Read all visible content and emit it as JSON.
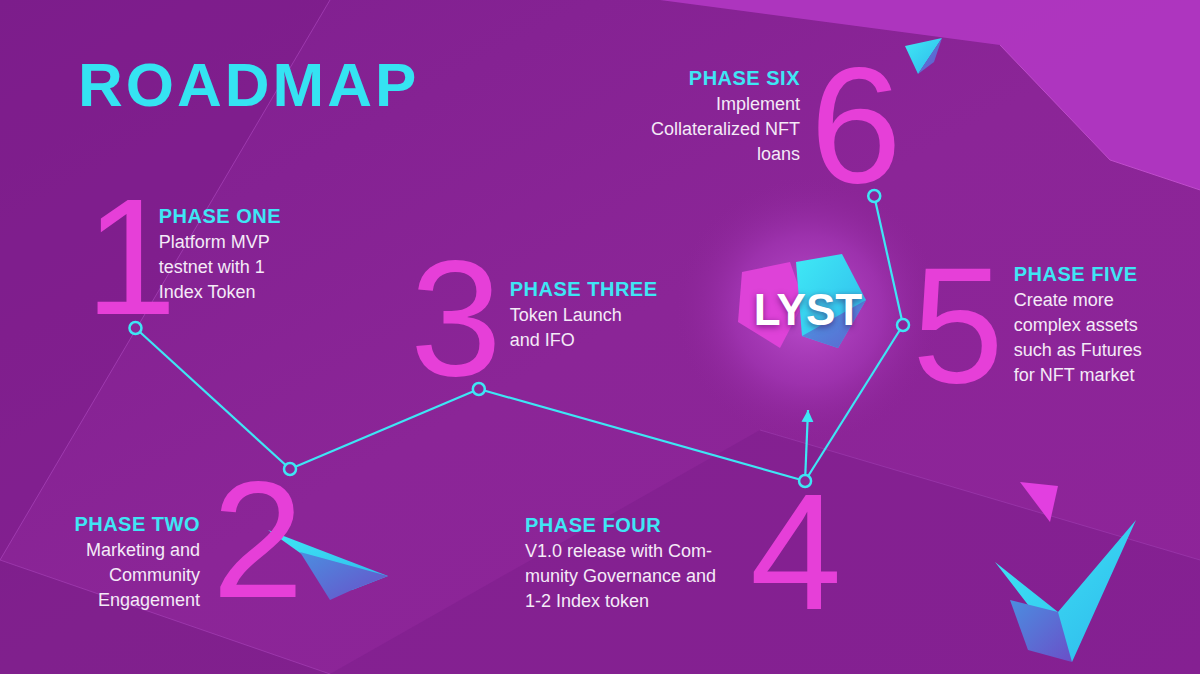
{
  "diagram": {
    "title": "ROADMAP",
    "nodes": [
      {
        "text": [
          "1",
          "PHASE ONE",
          "Platform MVP testnet with 1 Index Token"
        ]
      },
      {
        "text": [
          "2",
          "PHASE TWO",
          "Marketing and Community Engagement"
        ]
      },
      {
        "text": [
          "3",
          "PHASE THREE",
          "Token Launch and IFO"
        ]
      },
      {
        "text": [
          "4",
          "PHASE FOUR",
          "V1.0 release with Com- munity Governance and 1-2 Index token"
        ]
      },
      {
        "text": [
          "5",
          "PHASE FIVE",
          "Create more complex assets such as Futures for NFT market"
        ]
      },
      {
        "text": [
          "6",
          "PHASE SIX",
          "Implement Collateralized NFT loans"
        ]
      },
      {
        "text": [
          "LYST"
        ]
      }
    ],
    "edges": [
      {
        "from": 0,
        "to": 1,
        "arrow": "none"
      },
      {
        "from": 1,
        "to": 2,
        "arrow": "none"
      },
      {
        "from": 2,
        "to": 3,
        "arrow": "none"
      },
      {
        "from": 3,
        "to": 4,
        "arrow": "none"
      },
      {
        "from": 4,
        "to": 5,
        "arrow": "none"
      },
      {
        "from": 3,
        "to": 6,
        "arrow": "to"
      }
    ]
  }
}
